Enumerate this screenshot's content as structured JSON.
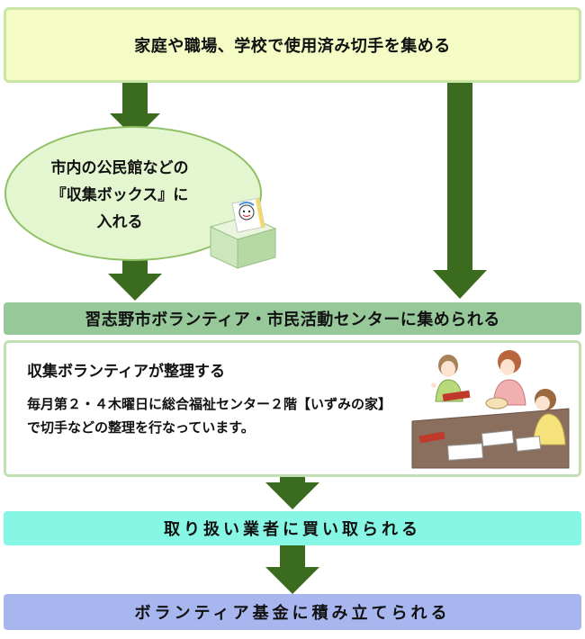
{
  "steps": {
    "collect": "家庭や職場、学校で使用済み切手を集める",
    "box_line1": "市内の公民館などの",
    "box_line2": "『収集ボックス』に",
    "box_line3": "入れる",
    "center": "習志野市ボランティア・市民活動センターに集められる",
    "volunteer_title": "収集ボランティアが整理する",
    "volunteer_desc": "毎月第２・４木曜日に総合福祉センター２階【いずみの家】で切手などの整理を行なっています。",
    "dealer": "取り扱い業者に買い取られる",
    "fund": "ボランティア基金に積み立てられる"
  },
  "colors": {
    "arrow": "#3b6b1e",
    "top_box": "#f5fbc4",
    "ellipse": "#e4f6cf",
    "center_band": "#96c89a",
    "dealer_band": "#85f7e4",
    "fund_band": "#a8b6f0"
  },
  "icons": [
    "collection-box-icon",
    "volunteers-sorting-illustration"
  ]
}
